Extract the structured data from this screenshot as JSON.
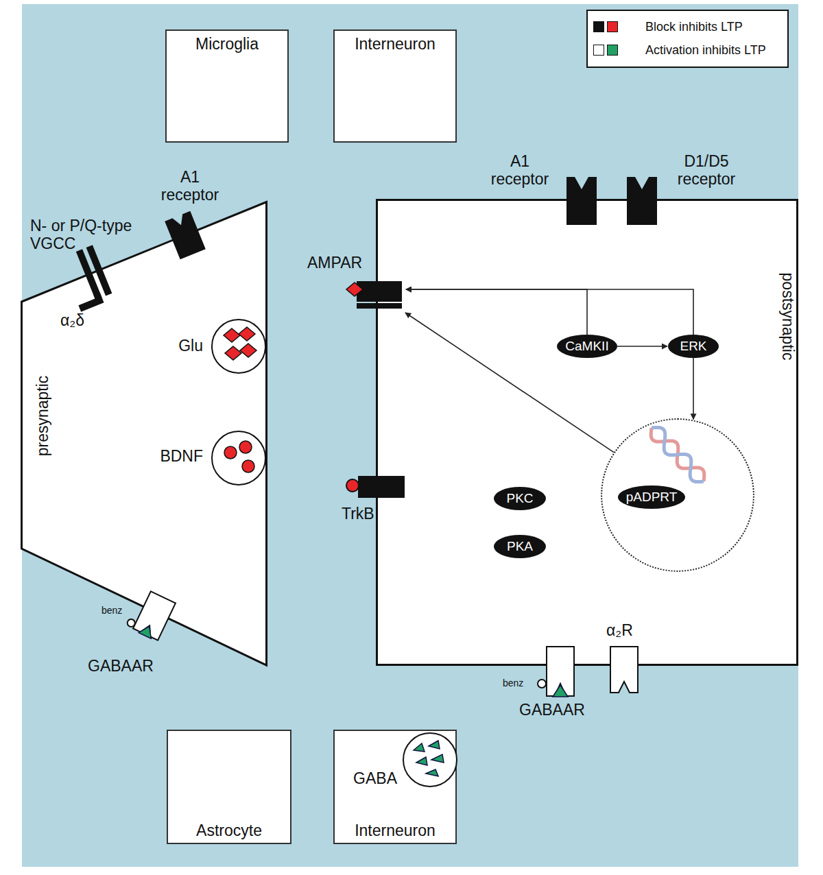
{
  "diagram": {
    "nodes": [
      {
        "text": [
          "Microglia"
        ]
      },
      {
        "text": [
          "Interneuron"
        ]
      },
      {
        "text": [
          "presynaptic"
        ]
      },
      {
        "text": [
          "Glu"
        ],
        "in": 2
      },
      {
        "text": [
          "BDNF"
        ],
        "in": 2
      },
      {
        "text": [
          "postsynaptic"
        ]
      },
      {
        "text": [
          "AMPAR"
        ],
        "in": 5
      },
      {
        "text": [
          "CaMKII"
        ],
        "in": 5
      },
      {
        "text": [
          "ERK"
        ],
        "in": 5
      },
      {
        "text": [
          "pADPRT"
        ],
        "in": 5
      },
      {
        "text": [
          "PKC"
        ],
        "in": 5
      },
      {
        "text": [
          "PKA"
        ],
        "in": 5
      },
      {
        "text": [
          "Astrocyte"
        ]
      },
      {
        "text": [
          "Interneuron"
        ]
      },
      {
        "text": [
          "GABA"
        ],
        "in": 13
      }
    ],
    "edges": [
      {
        "from": 7,
        "to": 8,
        "arrow": "to"
      },
      {
        "from": 7,
        "to": 6,
        "arrow": "to"
      },
      {
        "from": 8,
        "to": 6,
        "arrow": "to"
      },
      {
        "from": 8,
        "to": 9,
        "arrow": "to"
      },
      {
        "from": 9,
        "to": 6,
        "arrow": "to"
      }
    ],
    "labels": [
      "A1 receptor",
      "N- or P/Q-type VGCC",
      "α₂δ",
      "benz",
      "GABAAR",
      "A1 receptor",
      "D1/D5 receptor",
      "TrkB",
      "benz",
      "GABAAR",
      "α₂R"
    ],
    "legend": [
      {
        "text": "Block inhibits LTP",
        "color": "#111111"
      },
      {
        "text": "Activation inhibits LTP",
        "color": "#ffffff"
      }
    ]
  }
}
